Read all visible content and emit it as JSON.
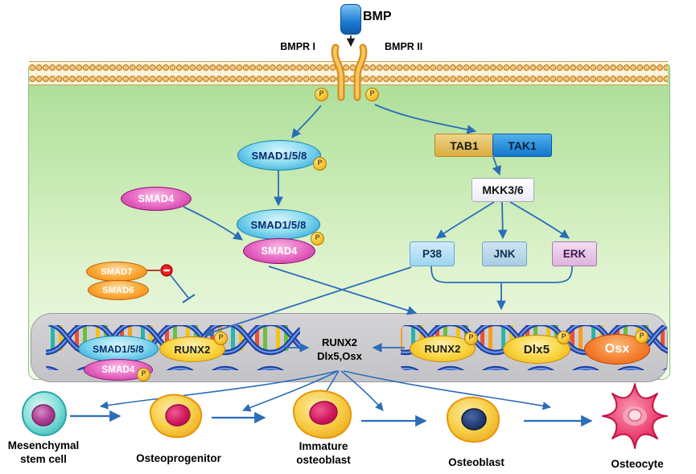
{
  "labels": {
    "bmp": "BMP",
    "bmpr1": "BMPR I",
    "bmpr2": "BMPR II",
    "p": "P"
  },
  "proteins": {
    "smad158": "SMAD1/5/8",
    "smad4": "SMAD4",
    "smad7": "SMAD7",
    "smad6": "SMAD6",
    "tab1": "TAB1",
    "tak1": "TAK1",
    "mkk36": "MKK3/6",
    "p38": "P38",
    "jnk": "JNK",
    "erk": "ERK",
    "runx2": "RUNX2",
    "dlx5": "Dlx5",
    "osx": "Osx"
  },
  "nucleus_output": {
    "line1": "RUNX2",
    "line2": "Dlx5,Osx"
  },
  "cells": [
    {
      "label": "Mesenchymal stem cell"
    },
    {
      "label": "Osteoprogenitor"
    },
    {
      "label": "Immature osteoblast"
    },
    {
      "label": "Osteoblast"
    },
    {
      "label": "Osteocyte"
    }
  ],
  "colors": {
    "arrow": "#2b6db8",
    "inhibition": "#ee1c1c",
    "smad158_fill": "#7fd4ee",
    "smad4_fill": "#e060b8",
    "smad67_fill": "#f8a830",
    "tab1_fill": "#e2bc55",
    "tak1_fill": "#2196e0",
    "runx2_fill": "#f7ce3a",
    "osx_fill": "#f07020",
    "membrane_head": "#d99a2b",
    "cytoplasm": "#c9ecb8",
    "nucleus": "#cccccd"
  }
}
